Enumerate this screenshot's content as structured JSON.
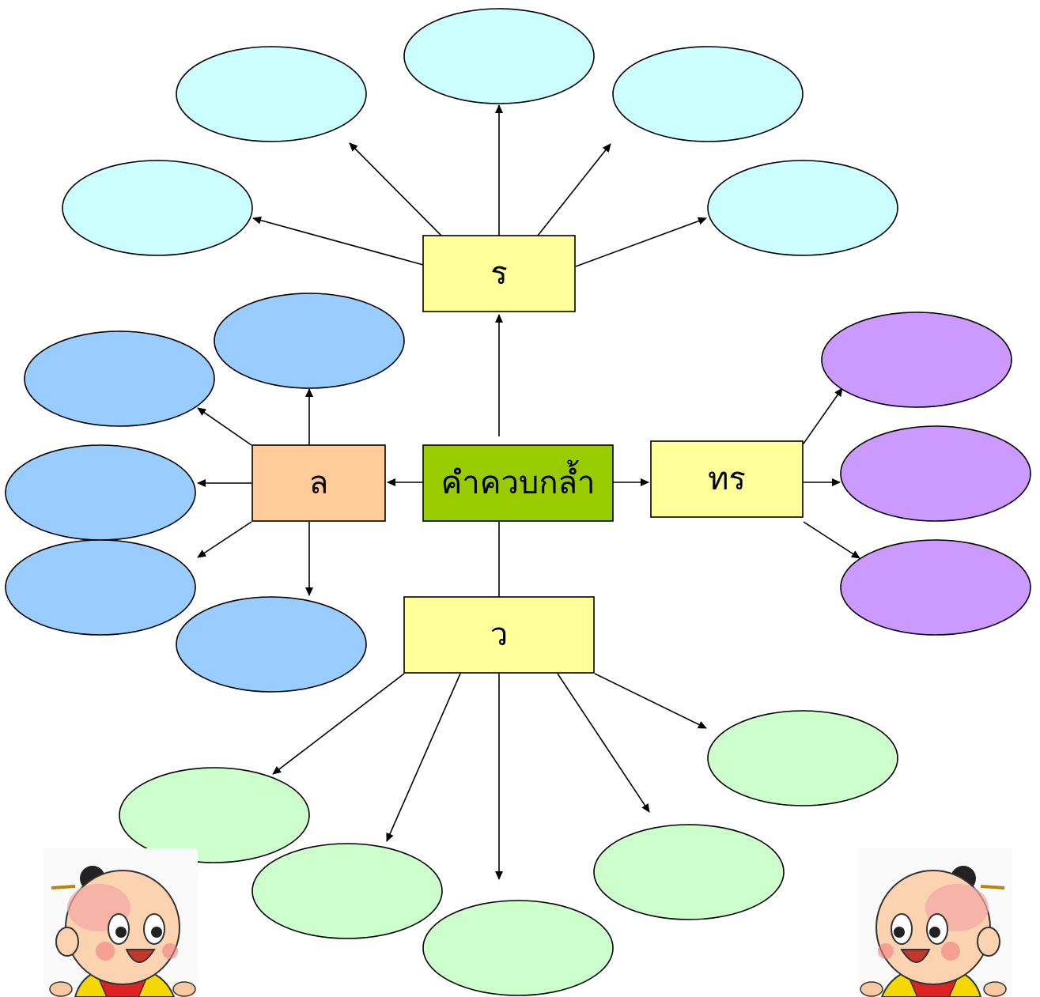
{
  "center": {
    "label": "คำควบกล้ำ",
    "color": "#99cc00"
  },
  "branches": {
    "r": {
      "label": "ร",
      "color": "#ffff99"
    },
    "l": {
      "label": "ล",
      "color": "#ffcc99"
    },
    "w": {
      "label": "ว",
      "color": "#ffff99"
    },
    "tr": {
      "label": "ทร",
      "color": "#ffff99"
    }
  },
  "ellipse_colors": {
    "r": "#ccffff",
    "l": "#99ccff",
    "w": "#ccffcc",
    "tr": "#cc99ff"
  },
  "decorations": {
    "mascot_icon": "thai-child-mascot-icon"
  }
}
